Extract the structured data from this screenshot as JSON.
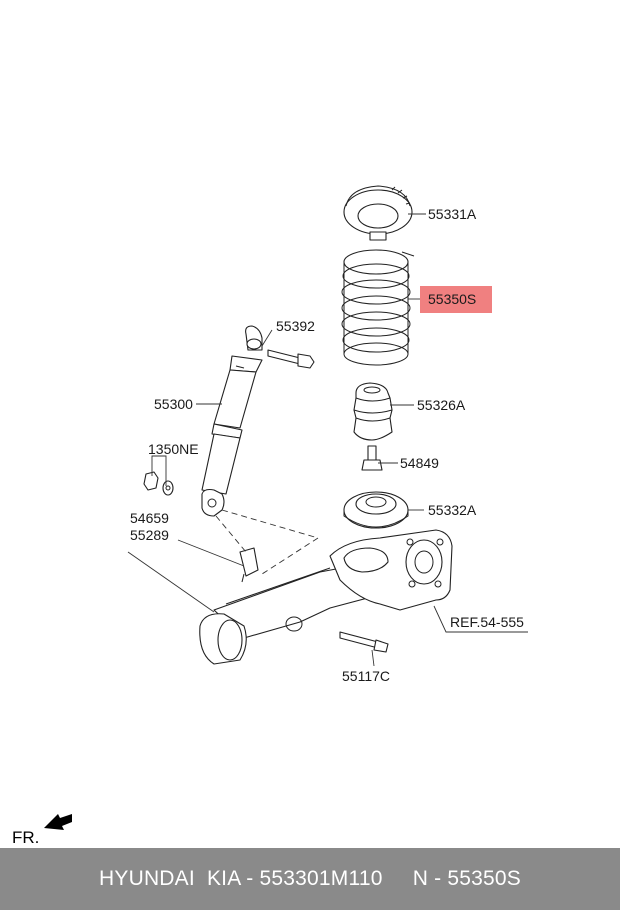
{
  "labels": {
    "p55331A": "55331A",
    "p55350S": "55350S",
    "p55392": "55392",
    "p55300": "55300",
    "p55326A": "55326A",
    "p1350NE": "1350NE",
    "p54849": "54849",
    "p54659": "54659",
    "p55289": "55289",
    "p55332A": "55332A",
    "ref": "REF.54-555",
    "p55117C": "55117C"
  },
  "front_marker": "FR.",
  "highlight_color": "#f08080",
  "footer": {
    "text": "HYUNDAI  KIA - 553301M110     N - 55350S",
    "background": "#8a8a8a"
  }
}
